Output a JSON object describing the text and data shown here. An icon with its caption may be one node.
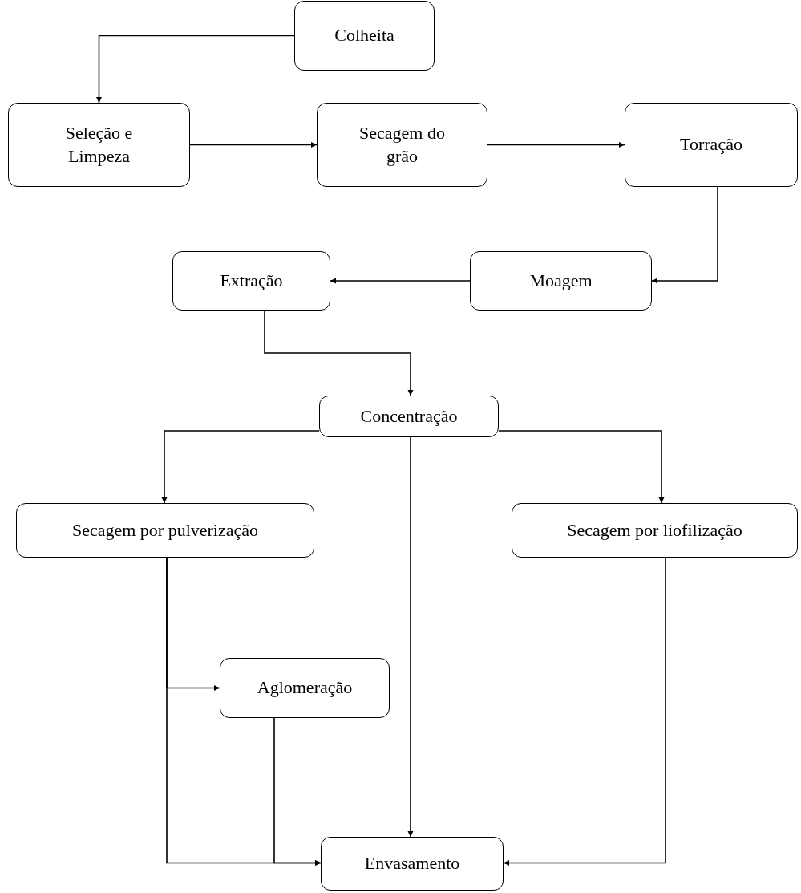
{
  "diagram": {
    "nodes": [
      {
        "text": [
          "Colheita"
        ]
      },
      {
        "text": [
          "Seleção e Limpeza"
        ]
      },
      {
        "text": [
          "Secagem do grão"
        ]
      },
      {
        "text": [
          "Torração"
        ]
      },
      {
        "text": [
          "Extração"
        ]
      },
      {
        "text": [
          "Moagem"
        ]
      },
      {
        "text": [
          "Concentração"
        ]
      },
      {
        "text": [
          "Secagem por pulverização"
        ]
      },
      {
        "text": [
          "Secagem por liofilização"
        ]
      },
      {
        "text": [
          "Aglomeração"
        ]
      },
      {
        "text": [
          "Envasamento"
        ]
      }
    ],
    "edges": [
      {
        "from": 0,
        "to": 1,
        "arrow": "to"
      },
      {
        "from": 1,
        "to": 2,
        "arrow": "to"
      },
      {
        "from": 2,
        "to": 3,
        "arrow": "to"
      },
      {
        "from": 3,
        "to": 5,
        "arrow": "to"
      },
      {
        "from": 5,
        "to": 4,
        "arrow": "to"
      },
      {
        "from": 4,
        "to": 6,
        "arrow": "to"
      },
      {
        "from": 6,
        "to": 7,
        "arrow": "to"
      },
      {
        "from": 6,
        "to": 10,
        "arrow": "to"
      },
      {
        "from": 6,
        "to": 8,
        "arrow": "to"
      },
      {
        "from": 7,
        "to": 9,
        "arrow": "to"
      },
      {
        "from": 7,
        "to": 10,
        "arrow": "to"
      },
      {
        "from": 9,
        "to": 10,
        "arrow": "to"
      },
      {
        "from": 8,
        "to": 10,
        "arrow": "to"
      }
    ]
  }
}
